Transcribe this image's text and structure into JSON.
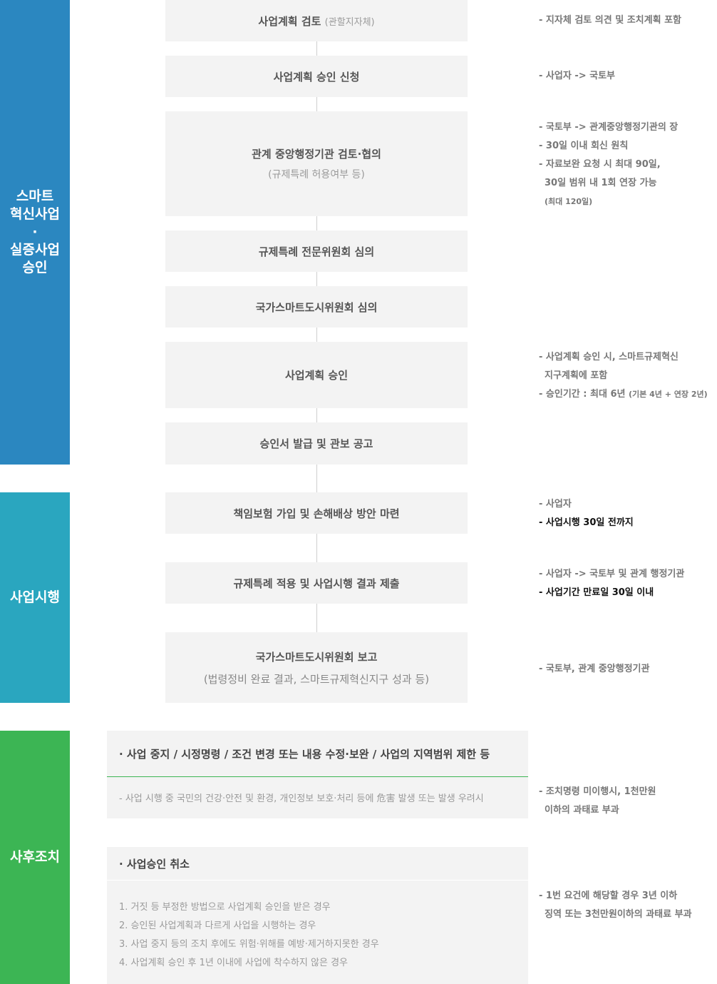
{
  "phases": {
    "approval": {
      "lines": [
        "스마트",
        "혁신사업",
        "·",
        "실증사업",
        "승인"
      ]
    },
    "execution": {
      "lines": [
        "사업시행"
      ]
    },
    "followup": {
      "lines": [
        "사후조치"
      ]
    }
  },
  "steps": [
    {
      "title": "사업계획 검토",
      "inline_sub": "(관할지자체)",
      "notes": [
        "- 지자체 검토 의견 및 조치계획 포함"
      ]
    },
    {
      "title": "사업계획 승인 신청",
      "notes": [
        "- 사업자 -> 국토부"
      ]
    },
    {
      "title": "관계 중앙행정기관 검토·협의",
      "sub": "(규제특례 허용여부 등)",
      "notes": [
        "- 국토부 -> 관계중앙행정기관의 장",
        "- 30일 이내 회신 원칙",
        "- 자료보완 요청 시 최대 90일,",
        "30일 범위 내 1회 연장 가능",
        "(최대 120일)"
      ]
    },
    {
      "title": "규제특례 전문위원회 심의"
    },
    {
      "title": "국가스마트도시위원회 심의"
    },
    {
      "title": "사업계획 승인",
      "notes": [
        "- 사업계획 승인 시, 스마트규제혁신",
        "지구계획에 포함",
        "- 승인기간 : 최대 6년",
        "(기본 4년 + 연장 2년)"
      ]
    },
    {
      "title": "승인서 발급 및 관보 공고"
    },
    {
      "title": "책임보험 가입 및 손해배상 방안 마련",
      "notes": [
        "- 사업자",
        "- 사업시행 30일 전까지"
      ]
    },
    {
      "title": "규제특례 적용 및 사업시행 결과 제출",
      "notes": [
        "- 사업자 -> 국토부 및 관계 행정기관",
        "- 사업기간 만료일 30일 이내"
      ]
    },
    {
      "title": "국가스마트도시위원회 보고",
      "sub": "(법령정비 완료 결과, 스마트규제혁신지구 성과 등)",
      "notes": [
        "- 국토부, 관계 중앙행정기관"
      ]
    }
  ],
  "followup": {
    "measures": {
      "head": "· 사업 중지 / 시정명령 / 조건 변경 또는 내용 수정·보완 / 사업의 지역범위 제한 등",
      "body": [
        "- 사업 시행 중 국민의 건강·안전 및 환경, 개인정보 보호·처리 등에 危害 발생 또는 발생 우려시"
      ],
      "notes": [
        "- 조치명령 미이행시, 1천만원",
        "이하의 과태료 부과"
      ]
    },
    "cancel": {
      "head": "· 사업승인 취소",
      "body": [
        "1. 거짓 등 부정한 방법으로 사업계획 승인을 받은 경우",
        "2. 승인된 사업계획과 다르게 사업을 시행하는 경우",
        "3. 사업 중지 등의 조치 후에도 위험·위해를 예방·제거하지못한 경우",
        "4. 사업계획 승인 후 1년 이내에 사업에 착수하지 않은 경우"
      ],
      "notes": [
        "- 1번 요건에 해당할 경우 3년 이하",
        "징역 또는 3천만원이하의 과태료 부과"
      ]
    }
  },
  "colors": {
    "approval": "#2b87c0",
    "execution": "#2aa6bf",
    "followup": "#3cb554",
    "box": "#f3f3f3"
  }
}
